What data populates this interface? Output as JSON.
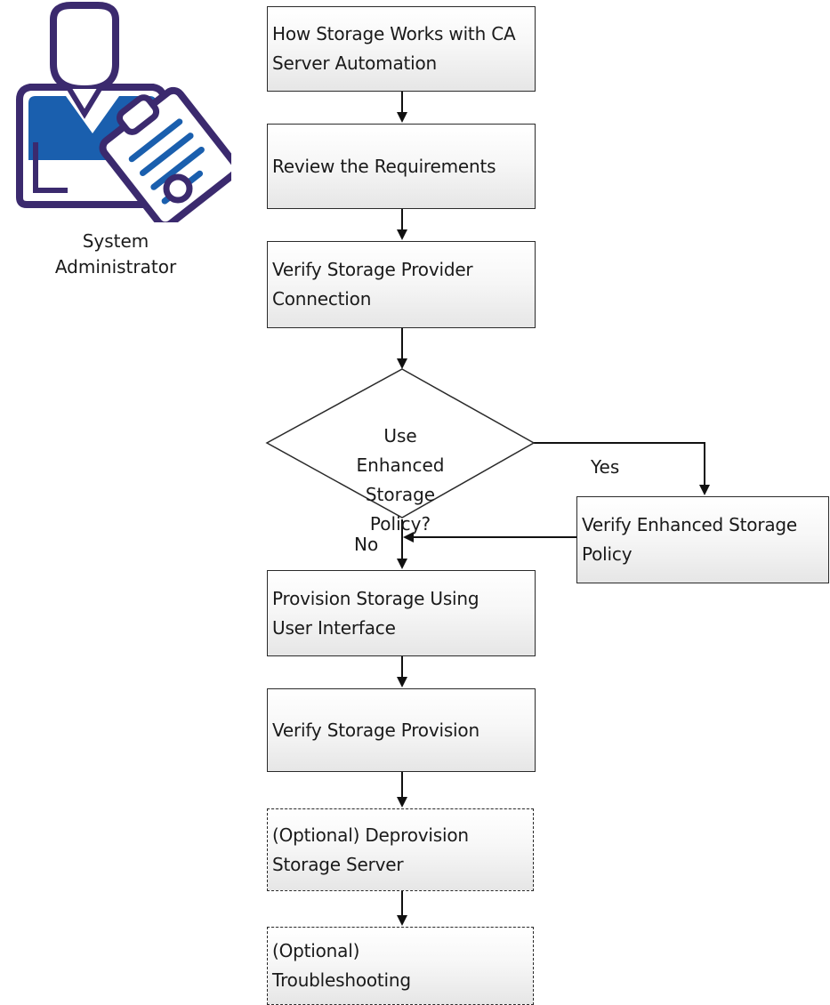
{
  "actor": {
    "icon": "system-administrator-icon",
    "label_line1": "System",
    "label_line2": "Administrator"
  },
  "steps": {
    "how_storage_works": "How Storage Works with CA Server Automation",
    "review_requirements": "Review the Requirements",
    "verify_provider_connection": "Verify Storage Provider Connection",
    "verify_enhanced_policy": "Verify Enhanced Storage Policy",
    "provision_storage_ui": "Provision Storage Using User Interface",
    "verify_storage_provision": "Verify Storage Provision",
    "optional_deprovision": "(Optional) Deprovision Storage Server",
    "optional_troubleshooting": "(Optional) Troubleshooting"
  },
  "decision": {
    "text": "Use Enhanced Storage Policy?",
    "yes_label": "Yes",
    "no_label": "No"
  },
  "colors": {
    "icon_outline": "#3b2a6e",
    "icon_blue": "#1a5fae",
    "box_border": "#2a2a2a"
  }
}
